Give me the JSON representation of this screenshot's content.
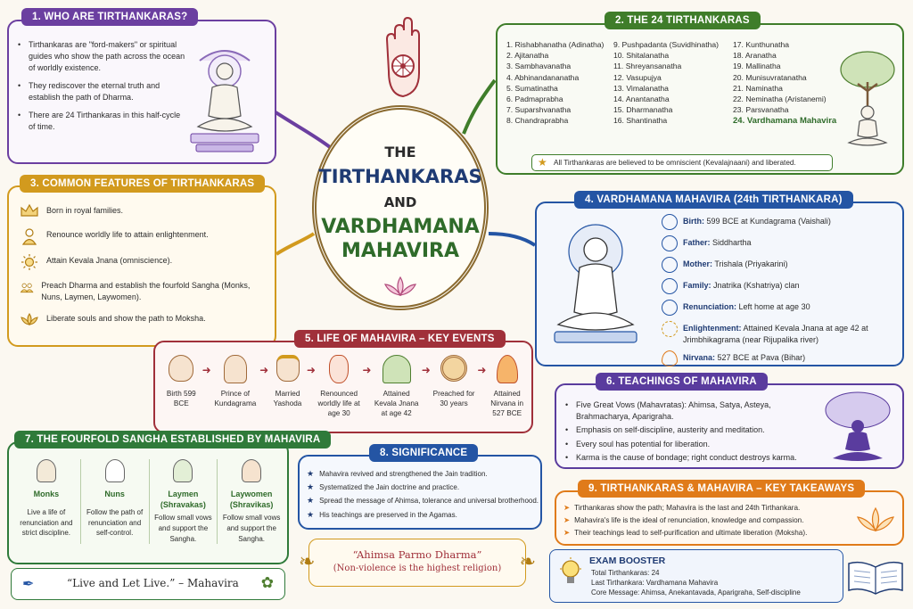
{
  "center": {
    "title_the": "THE",
    "title_main": "TIRTHANKARAS",
    "title_and": "AND",
    "title_v": "VARDHAMANA",
    "title_m": "MAHAVIRA"
  },
  "s1": {
    "header": "1. WHO ARE TIRTHANKARAS?",
    "bullets": [
      "Tirthankaras are \"ford-makers\" or spiritual guides who show the path across the ocean of worldly existence.",
      "They rediscover the eternal truth and establish the path of Dharma.",
      "There are 24 Tirthankaras in this half-cycle of time."
    ]
  },
  "s2": {
    "header": "2. THE 24 TIRTHANKARAS",
    "col1": [
      "1. Rishabhanatha (Adinatha)",
      "2. Ajitanatha",
      "3. Sambhavanatha",
      "4. Abhinandananatha",
      "5. Sumatinatha",
      "6. Padmaprabha",
      "7. Suparshvanatha",
      "8. Chandraprabha"
    ],
    "col2": [
      "9. Pushpadanta (Suvidhinatha)",
      "10. Shitalanatha",
      "11. Shreyansanatha",
      "12. Vasupujya",
      "13. Vimalanatha",
      "14. Anantanatha",
      "15. Dharmanatha",
      "16. Shantinatha"
    ],
    "col3": [
      "17. Kunthunatha",
      "18. Aranatha",
      "19. Mallinatha",
      "20. Munisuvratanatha",
      "21. Naminatha",
      "22. Neminatha (Aristanemi)",
      "23. Parsvanatha",
      "24. Vardhamana Mahavira"
    ],
    "note": "All Tirthankaras are believed to be omniscient (Kevalajnaani) and liberated."
  },
  "s3": {
    "header": "3. COMMON FEATURES OF TIRTHANKARAS",
    "items": [
      {
        "icon": "crown-icon",
        "text": "Born in royal families."
      },
      {
        "icon": "renunciant-icon",
        "text": "Renounce worldly life to attain enlightenment."
      },
      {
        "icon": "sun-icon",
        "text": "Attain Kevala Jnana (omniscience)."
      },
      {
        "icon": "people-icon",
        "text": "Preach Dharma and establish the fourfold Sangha (Monks, Nuns, Laymen, Laywomen)."
      },
      {
        "icon": "lotus-icon",
        "text": "Liberate souls and show the path to Moksha."
      }
    ]
  },
  "s4": {
    "header": "4. VARDHAMANA MAHAVIRA (24th TIRTHANKARA)",
    "facts": [
      {
        "icon": "baby-icon",
        "label": "Birth:",
        "value": "599 BCE at Kundagrama (Vaishali)"
      },
      {
        "icon": "father-icon",
        "label": "Father:",
        "value": "Siddhartha"
      },
      {
        "icon": "mother-icon",
        "label": "Mother:",
        "value": "Trishala (Priyakarini)"
      },
      {
        "icon": "family-icon",
        "label": "Family:",
        "value": "Jnatrika (Kshatriya) clan"
      },
      {
        "icon": "renounce-icon",
        "label": "Renunciation:",
        "value": "Left home at age 30"
      },
      {
        "icon": "sun-icon",
        "label": "Enlightenment:",
        "value": "Attained Kevala Jnana at age 42 at Jrimbhikagrama (near Rijupalika river)"
      },
      {
        "icon": "flame-icon",
        "label": "Nirvana:",
        "value": "527 BCE at Pava (Bihar)"
      }
    ]
  },
  "s5": {
    "header": "5. LIFE OF MAHAVIRA – KEY EVENTS",
    "events": [
      {
        "icon": "baby-icon",
        "text": "Birth 599 BCE"
      },
      {
        "icon": "prince-icon",
        "text": "Prince of Kundagrama"
      },
      {
        "icon": "crown-icon",
        "text": "Married Yashoda"
      },
      {
        "icon": "hand-icon",
        "text": "Renounced worldly life at age 30"
      },
      {
        "icon": "tree-icon",
        "text": "Attained Kevala Jnana at age 42"
      },
      {
        "icon": "wheel-icon",
        "text": "Preached for 30 years"
      },
      {
        "icon": "flame-icon",
        "text": "Attained Nirvana in 527 BCE"
      }
    ]
  },
  "s6": {
    "header": "6. TEACHINGS OF MAHAVIRA",
    "bullets": [
      "Five Great Vows (Mahavratas): Ahimsa, Satya, Asteya, Brahmacharya, Aparigraha.",
      "Emphasis on self-discipline, austerity and meditation.",
      "Every soul has potential for liberation.",
      "Karma is the cause of bondage; right conduct destroys karma."
    ]
  },
  "s7": {
    "header": "7. THE FOURFOLD SANGHA ESTABLISHED BY MAHAVIRA",
    "groups": [
      {
        "name": "Monks",
        "desc": "Live a life of renunciation and strict discipline."
      },
      {
        "name": "Nuns",
        "desc": "Follow the path of renunciation and self-control."
      },
      {
        "name": "Laymen (Shravakas)",
        "desc": "Follow small vows and support the Sangha."
      },
      {
        "name": "Laywomen (Shravikas)",
        "desc": "Follow small vows and support the Sangha."
      }
    ]
  },
  "s8": {
    "header": "8. SIGNIFICANCE",
    "items": [
      "Mahavira revived and strengthened the Jain tradition.",
      "Systematized the Jain doctrine and practice.",
      "Spread the message of Ahimsa, tolerance and universal brotherhood.",
      "His teachings are preserved in the Agamas."
    ]
  },
  "s9": {
    "header": "9. TIRTHANKARAS & MAHAVIRA – KEY TAKEAWAYS",
    "items": [
      "Tirthankaras show the path; Mahavira is the last and 24th Tirthankara.",
      "Mahavira's life is the ideal of renunciation, knowledge and compassion.",
      "Their teachings lead to self-purification and ultimate liberation (Moksha)."
    ]
  },
  "quote1": "“Live and Let Live.” – Mahavira",
  "quote2": {
    "line1": "“Ahimsa Parmo Dharma”",
    "line2": "(Non-violence is the highest religion)"
  },
  "exam": {
    "title": "EXAM BOOSTER",
    "items": [
      "Total Tirthankaras: 24",
      "Last Tirthankara: Vardhamana Mahavira",
      "Core Message: Ahimsa, Anekantavada, Aparigraha, Self-discipline"
    ]
  },
  "colors": {
    "s1": "#6b3fa0",
    "s2": "#3f7d2a",
    "s3": "#d29a1e",
    "s4": "#2455a4",
    "s5": "#a0303a",
    "s6": "#5a3c9e",
    "s7": "#2f7a3a",
    "s8": "#2455a4",
    "s9": "#e07b1a",
    "navy": "#1f3b73",
    "green": "#2f6b2a"
  }
}
